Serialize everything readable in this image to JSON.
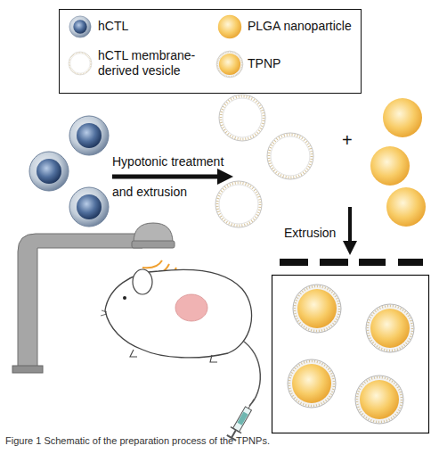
{
  "diagram": {
    "caption": "Figure 1 Schematic of the preparation process of the TPNPs.",
    "labels": [
      "Hypotonic treatment and extrusion",
      "+",
      "Extrusion"
    ],
    "legend": [
      {
        "text": "hCTL"
      },
      {
        "text": "hCTL membrane-derived vesicle"
      },
      {
        "text": "PLGA nanoparticle"
      },
      {
        "text": "TPNP"
      }
    ]
  }
}
